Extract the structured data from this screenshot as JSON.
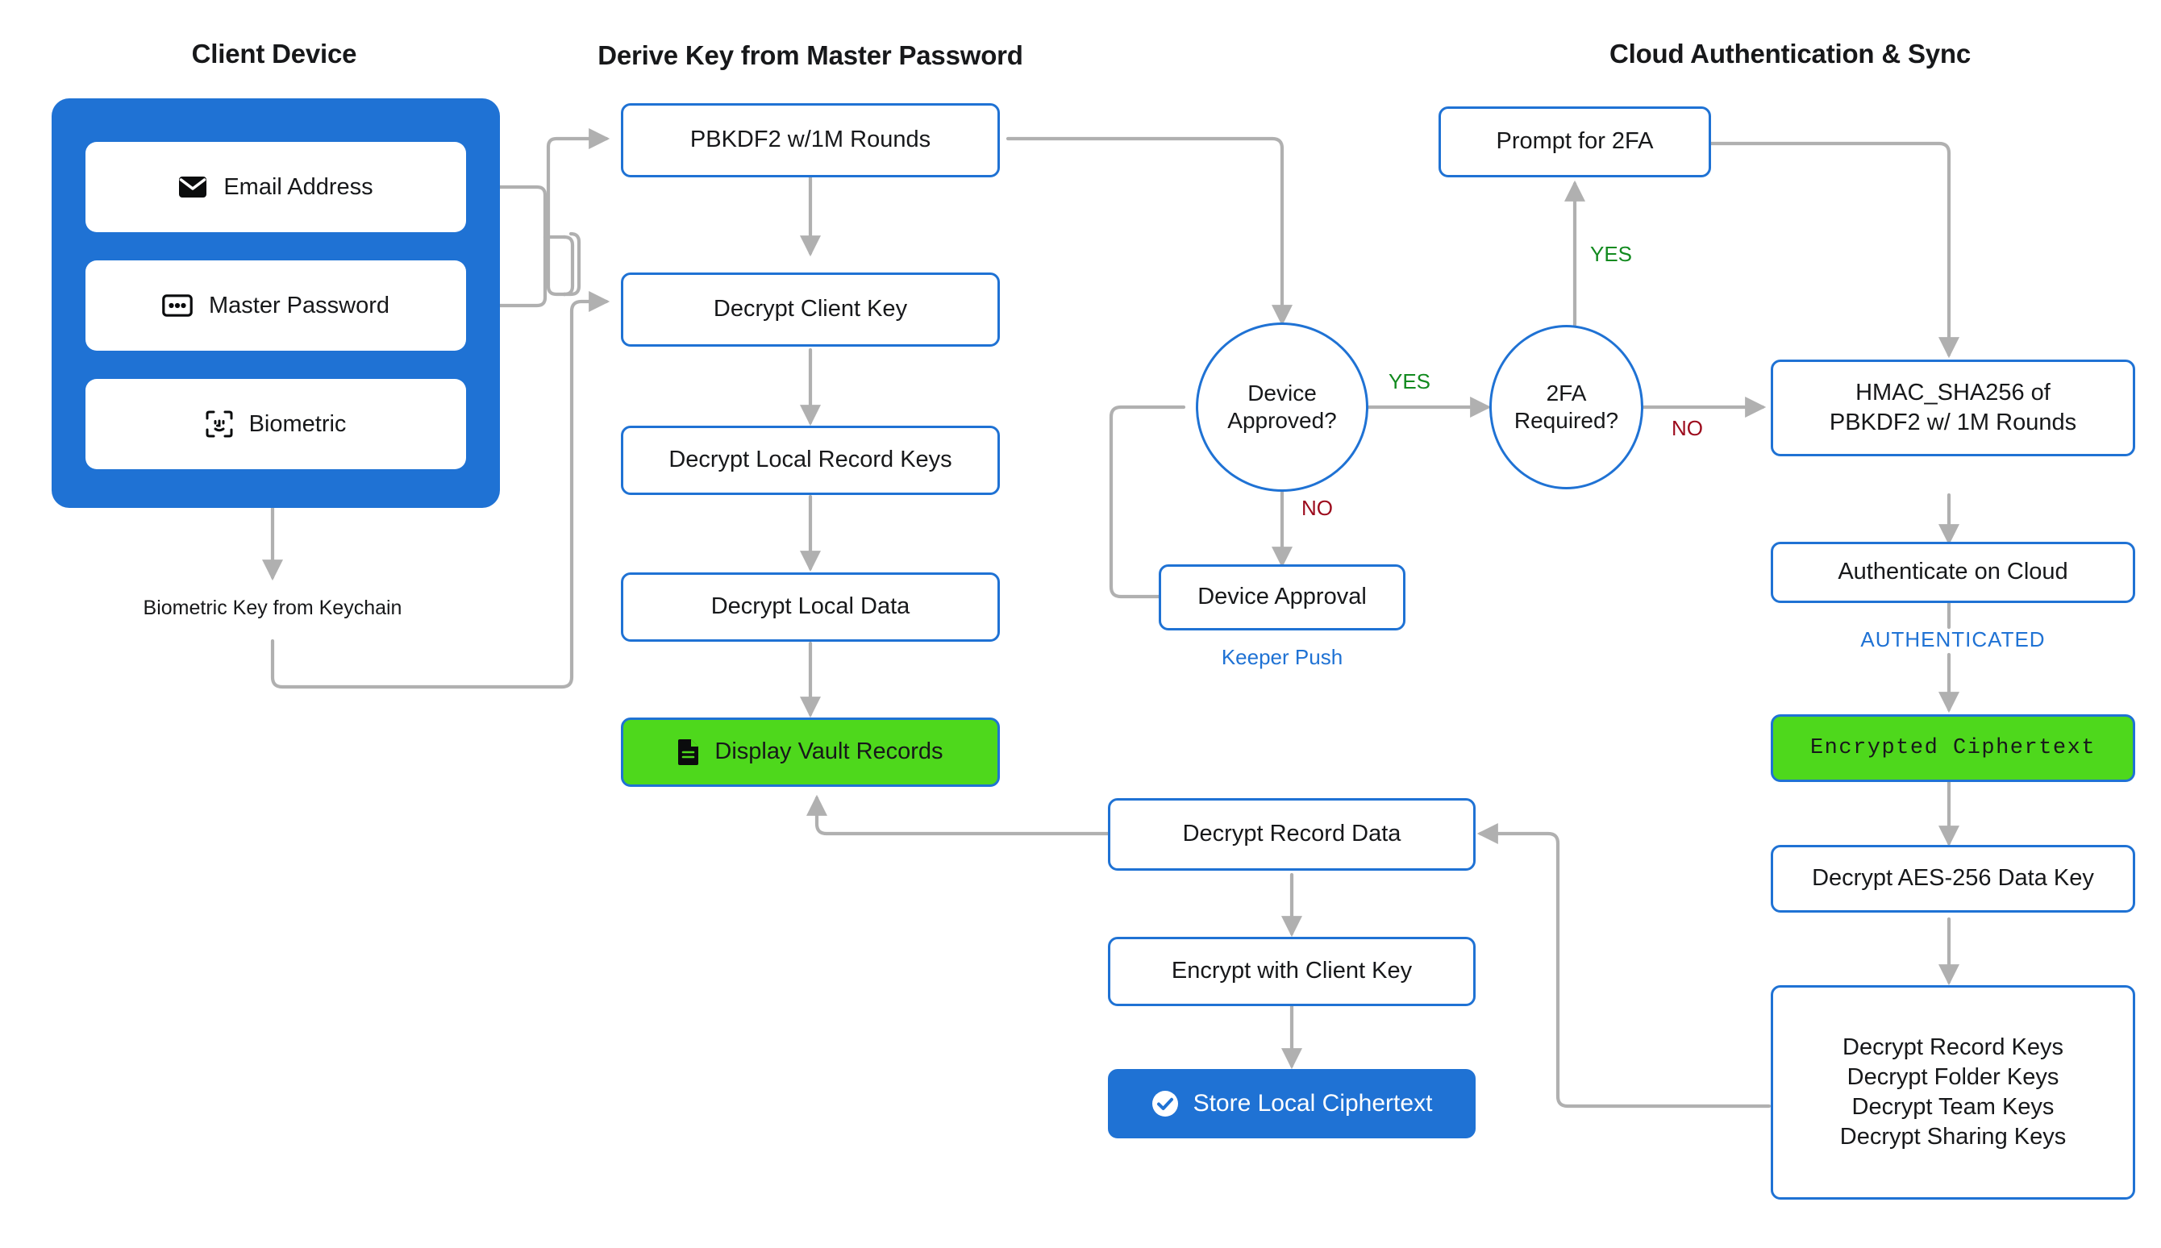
{
  "columns": {
    "left_title": "Client Device",
    "center_title": "Derive Key from Master Password",
    "right_title": "Cloud Authentication & Sync"
  },
  "colors": {
    "brand_blue": "#1f72d4",
    "success_green": "#4ed81c",
    "yes_green": "#128a1f",
    "no_red": "#9c0a1c",
    "wire_gray": "#b0b0b0",
    "text_dark": "#17181a"
  },
  "client_device": {
    "items": [
      {
        "label": "Email Address",
        "icon": "envelope-icon"
      },
      {
        "label": "Master Password",
        "icon": "password-dots-icon"
      },
      {
        "label": "Biometric",
        "icon": "face-id-icon"
      }
    ],
    "keychain_caption": "Biometric Key from Keychain"
  },
  "derive_column": {
    "pbkdf2": "PBKDF2 w/1M Rounds",
    "decrypt_client_key": "Decrypt Client Key",
    "decrypt_local_record_keys": "Decrypt Local Record Keys",
    "decrypt_local_data": "Decrypt Local Data",
    "display_vault_records": "Display Vault Records",
    "display_vault_records_icon": "document-icon"
  },
  "decisions": {
    "device_approved": {
      "line1": "Device",
      "line2": "Approved?"
    },
    "two_fa_required": {
      "line1": "2FA",
      "line2": "Required?"
    },
    "device_approval_box": "Device Approval",
    "keeper_push_caption": "Keeper Push"
  },
  "cloud_column": {
    "prompt_for_2fa": "Prompt for 2FA",
    "hmac": {
      "line1": "HMAC_SHA256 of",
      "line2": "PBKDF2 w/ 1M Rounds"
    },
    "authenticate_on_cloud": "Authenticate on Cloud",
    "authenticated_caption": "AUTHENTICATED",
    "encrypted_ciphertext": "Encrypted Ciphertext",
    "decrypt_aes_data_key": "Decrypt AES-256 Data Key",
    "key_list": [
      "Decrypt Record Keys",
      "Decrypt Folder Keys",
      "Decrypt Team Keys",
      "Decrypt Sharing Keys"
    ]
  },
  "sync_column": {
    "decrypt_record_data": "Decrypt Record Data",
    "encrypt_with_client_key": "Encrypt with Client Key",
    "store_local_ciphertext": "Store Local Ciphertext",
    "store_local_ciphertext_icon": "check-circle-icon"
  },
  "edge_labels": {
    "device_approved_yes": "YES",
    "device_approved_no": "NO",
    "two_fa_yes": "YES",
    "two_fa_no": "NO"
  }
}
